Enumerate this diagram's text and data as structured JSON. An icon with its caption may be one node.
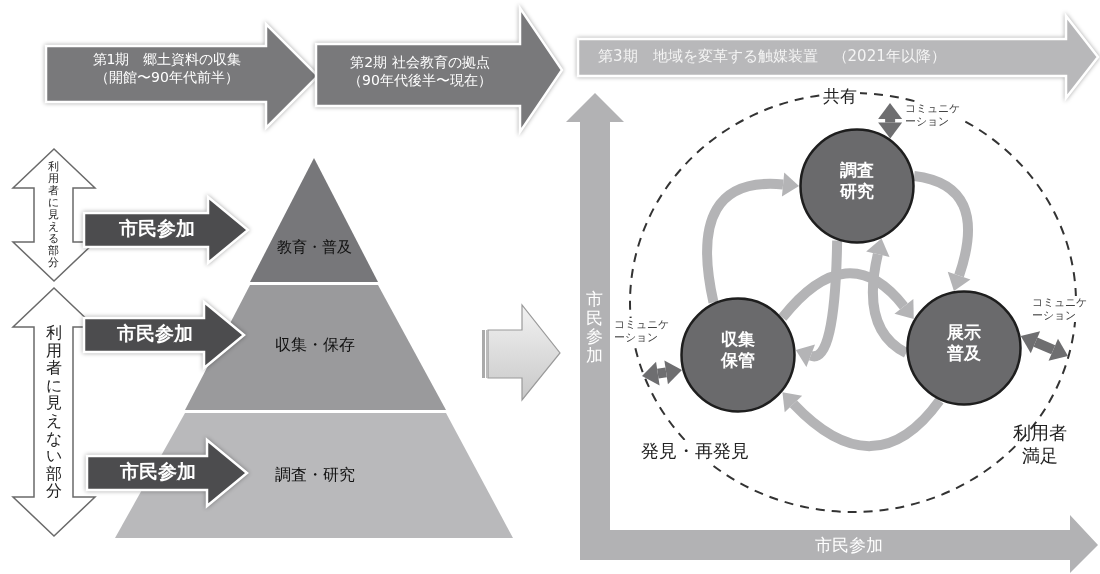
{
  "diagram": {
    "nodes": [
      {
        "text": [
          "第1期　郷土資料の収集（開館〜90年代前半）"
        ]
      },
      {
        "text": [
          "第2期 社会教育の拠点（90年代後半〜現在）"
        ]
      },
      {
        "text": [
          "第3期　地域を変革する触媒装置　（2021年以降）"
        ]
      },
      {
        "text": [
          "利用者に見える部分"
        ]
      },
      {
        "text": [
          "利用者に見えない部分"
        ]
      },
      {
        "text": [
          "市民参加"
        ]
      },
      {
        "text": [
          "市民参加"
        ]
      },
      {
        "text": [
          "市民参加"
        ]
      },
      {
        "text": [
          "教育・普及"
        ]
      },
      {
        "text": [
          "収集・保存"
        ]
      },
      {
        "text": [
          "調査・研究"
        ]
      },
      {
        "text": [],
        "shape": "circle"
      },
      {
        "text": [
          "調査研究"
        ],
        "in": 11
      },
      {
        "text": [
          "収集保管"
        ],
        "in": 11
      },
      {
        "text": [
          "展示普及"
        ],
        "in": 11
      }
    ],
    "edges": [
      {
        "from": 12,
        "to": 14,
        "arrow": "to"
      },
      {
        "from": 14,
        "to": 13,
        "arrow": "to"
      },
      {
        "from": 13,
        "to": 12,
        "arrow": "to"
      },
      {
        "from": 13,
        "to": 14,
        "arrow": "to"
      },
      {
        "from": 12,
        "to": 13,
        "arrow": "to"
      },
      {
        "from": 14,
        "to": 12,
        "arrow": "to"
      },
      {
        "from": 12,
        "to": null,
        "arrow": "both",
        "label": "コミュニケーション",
        "color": "#6e6e70"
      },
      {
        "from": 13,
        "to": null,
        "arrow": "both",
        "label": "コミュニケーション",
        "color": "#6e6e70"
      },
      {
        "from": 14,
        "to": null,
        "arrow": "both",
        "label": "コミュニケーション",
        "color": "#6e6e70"
      }
    ],
    "labels": [
      "共有",
      "市民参加",
      "発見・再発見",
      "利用者満足",
      "市民参加"
    ]
  }
}
